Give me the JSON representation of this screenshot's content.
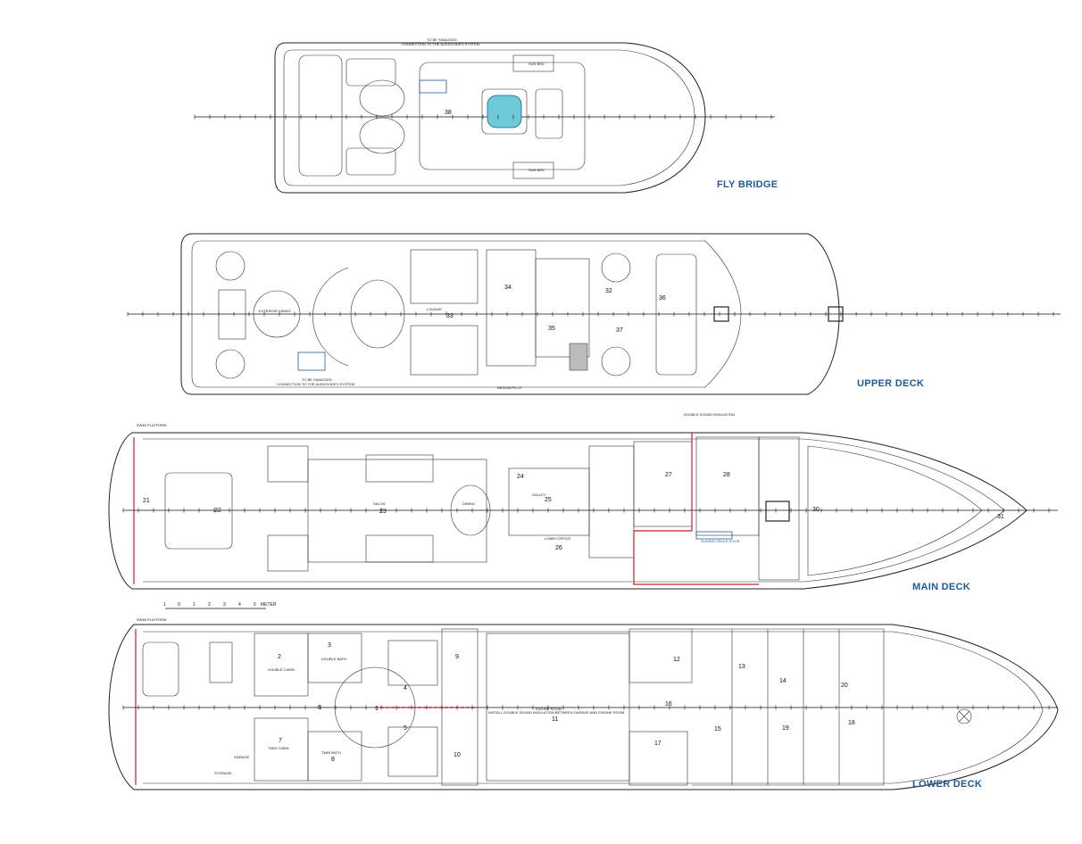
{
  "decks": {
    "fly_bridge": {
      "label": "FLY BRIDGE",
      "room_numbers": [
        "38"
      ],
      "notes": [
        "SUN BED",
        "SUN BED",
        "TO BE SWAGGED",
        "CONNECTION TO THE AUDIO/VIDEO SYSTEM"
      ]
    },
    "upper_deck": {
      "label": "UPPER DECK",
      "room_numbers": [
        "33",
        "34",
        "35",
        "36",
        "37",
        "32"
      ],
      "notes": [
        "TO BE SWAGGED",
        "CONNECTION TO THE AUDIO/VIDEO SYSTEM",
        "BRIDGE/PILOT",
        "EXTERIOR DINING",
        "LOUNGE"
      ]
    },
    "main_deck": {
      "label": "MAIN DECK",
      "room_numbers": [
        "21",
        "22",
        "23",
        "24",
        "25",
        "26",
        "27",
        "28",
        "30",
        "31"
      ],
      "notes": [
        "SALON",
        "DINING",
        "GALLEY",
        "LOBBY/OFFICE",
        "DOUBLE SOUND INSULATION",
        "SLIDING SPACE DOOR",
        "SWIM PLATFORM"
      ],
      "scale": {
        "ticks": [
          "1",
          "0",
          "1",
          "2",
          "3",
          "4",
          "5"
        ],
        "unit": "METER"
      }
    },
    "lower_deck": {
      "label": "LOWER DECK",
      "room_numbers": [
        "1",
        "2",
        "3",
        "4",
        "5",
        "6",
        "7",
        "8",
        "9",
        "10",
        "11",
        "12",
        "13",
        "14",
        "15",
        "16",
        "17",
        "18",
        "19",
        "20"
      ],
      "notes": [
        "DOUBLE CABIN",
        "TWIN CABIN",
        "DOUBLE BATH",
        "TWIN BATH",
        "ENGINE ROOM",
        "GARAGE",
        "STORAGE",
        "SWIM PLATFORM",
        "INSTALL DOUBLE SOUND INSULATION BETWEEN GARAGE AND ENGINE ROOM"
      ]
    }
  },
  "colors": {
    "hull_line": "#222222",
    "label_blue": "#1f5a9c",
    "highlight_red": "#c8202a",
    "pool_fill": "#6ec9d9"
  }
}
